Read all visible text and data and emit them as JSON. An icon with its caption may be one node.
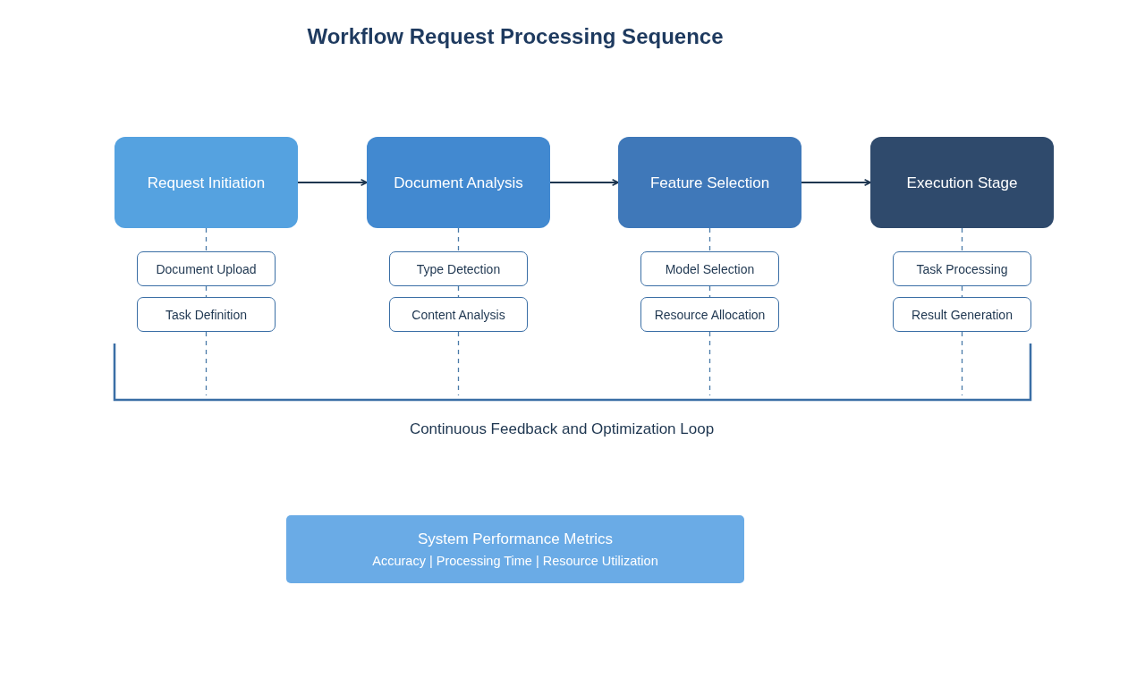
{
  "diagram": {
    "title": "Workflow Request Processing Sequence",
    "nodes": [
      {
        "text": [
          "Request Initiation"
        ]
      },
      {
        "text": [
          "Document Analysis"
        ]
      },
      {
        "text": [
          "Feature Selection"
        ]
      },
      {
        "text": [
          "Execution Stage"
        ]
      },
      {
        "text": [
          "Document Upload"
        ]
      },
      {
        "text": [
          "Task Definition"
        ]
      },
      {
        "text": [
          "Type Detection"
        ]
      },
      {
        "text": [
          "Content Analysis"
        ]
      },
      {
        "text": [
          "Model Selection"
        ]
      },
      {
        "text": [
          "Resource Allocation"
        ]
      },
      {
        "text": [
          "Task Processing"
        ]
      },
      {
        "text": [
          "Result Generation"
        ]
      },
      {
        "text": [
          "System Performance Metrics",
          "Accuracy | Processing Time | Resource Utilization"
        ]
      }
    ],
    "edges": [
      {
        "from": 0,
        "to": 1,
        "arrow": "to",
        "color": "#1e3650"
      },
      {
        "from": 1,
        "to": 2,
        "arrow": "to",
        "color": "#1e3650"
      },
      {
        "from": 2,
        "to": 3,
        "arrow": "to",
        "color": "#1e3650"
      },
      {
        "from": 0,
        "to": 4,
        "arrow": "none",
        "style": "dashed"
      },
      {
        "from": 4,
        "to": 5,
        "arrow": "none",
        "style": "dashed"
      },
      {
        "from": 5,
        "to": null,
        "arrow": "none",
        "style": "dashed"
      },
      {
        "from": 1,
        "to": 6,
        "arrow": "none",
        "style": "dashed"
      },
      {
        "from": 6,
        "to": 7,
        "arrow": "none",
        "style": "dashed"
      },
      {
        "from": 7,
        "to": null,
        "arrow": "none",
        "style": "dashed"
      },
      {
        "from": 2,
        "to": 8,
        "arrow": "none",
        "style": "dashed"
      },
      {
        "from": 8,
        "to": 9,
        "arrow": "none",
        "style": "dashed"
      },
      {
        "from": 9,
        "to": null,
        "arrow": "none",
        "style": "dashed"
      },
      {
        "from": 3,
        "to": 10,
        "arrow": "none",
        "style": "dashed"
      },
      {
        "from": 10,
        "to": 11,
        "arrow": "none",
        "style": "dashed"
      },
      {
        "from": 11,
        "to": null,
        "arrow": "none",
        "style": "dashed"
      }
    ],
    "labels": [
      "Continuous Feedback and Optimization Loop"
    ]
  }
}
